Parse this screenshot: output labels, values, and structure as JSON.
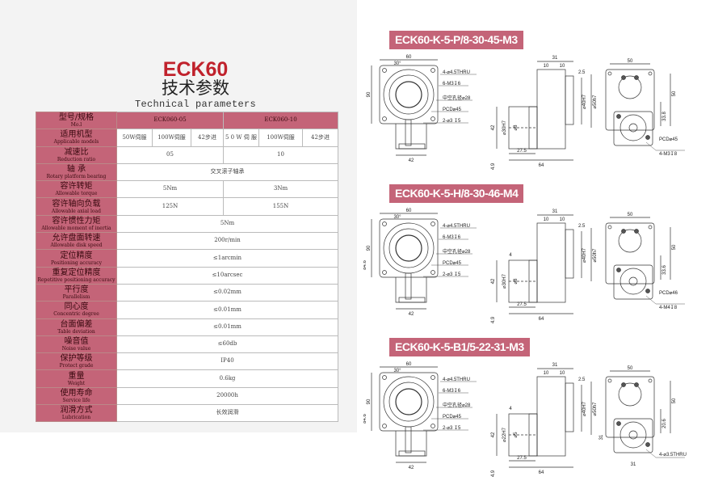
{
  "header": {
    "model": "ECK60",
    "title_cn": "技术参数",
    "title_en": "Technical parameters"
  },
  "table": {
    "header": {
      "label_cn": "型号/规格",
      "label_en": "Mo.l",
      "col1": "ECK060-05",
      "col2": "ECK060-10"
    },
    "applicable": {
      "label_cn": "适用机型",
      "label_en": "Applicable models",
      "values": [
        "50W伺服",
        "100W伺服",
        "42步进",
        "5 0 W 伺 服",
        "100W伺服",
        "42步进"
      ]
    },
    "rows": [
      {
        "label_cn": "减速比",
        "label_en": "Reduction ratio",
        "values": [
          "05",
          "10"
        ]
      },
      {
        "label_cn": "轴  承",
        "label_en": "Rotary platform bearing",
        "values": [
          "交叉滚子轴承"
        ]
      },
      {
        "label_cn": "容许转矩",
        "label_en": "Allowable torque",
        "values": [
          "5Nm",
          "3Nm"
        ]
      },
      {
        "label_cn": "容许轴向负载",
        "label_en": "Allowable axial load",
        "values": [
          "125N",
          "155N"
        ]
      },
      {
        "label_cn": "容许惯性力矩",
        "label_en": "Allowable moment of inertia",
        "values": [
          "5Nm"
        ]
      },
      {
        "label_cn": "允许盘面转速",
        "label_en": "Allowable disk speed",
        "values": [
          "200r/min"
        ]
      },
      {
        "label_cn": "定位精度",
        "label_en": "Positioning accuracy",
        "values": [
          "≤1arcmin"
        ]
      },
      {
        "label_cn": "重复定位精度",
        "label_en": "Repetitive positioning accuracy",
        "values": [
          "≤10arcsec"
        ]
      },
      {
        "label_cn": "平行度",
        "label_en": "Parallelism",
        "values": [
          "≤0.02mm"
        ]
      },
      {
        "label_cn": "同心度",
        "label_en": "Concentric degree",
        "values": [
          "≤0.01mm"
        ]
      },
      {
        "label_cn": "台面偏差",
        "label_en": "Table deviation",
        "values": [
          "≤0.01mm"
        ]
      },
      {
        "label_cn": "噪音值",
        "label_en": "Noise value",
        "values": [
          "≤60db"
        ]
      },
      {
        "label_cn": "保护等级",
        "label_en": "Protect grade",
        "values": [
          "IP40"
        ]
      },
      {
        "label_cn": "重量",
        "label_en": "Weight",
        "values": [
          "0.6kg"
        ]
      },
      {
        "label_cn": "使用寿命",
        "label_en": "Service life",
        "values": [
          "20000h"
        ]
      },
      {
        "label_cn": "润滑方式",
        "label_en": "Lubrication",
        "values": [
          "长效润滑"
        ]
      }
    ]
  },
  "sections": [
    {
      "title": "ECK60-K-5-P/8-30-45-M3",
      "front": {
        "top": "60",
        "angle": "30°",
        "left": "90",
        "left2": "",
        "bottom": "42",
        "callouts": [
          "4-⌀4.5THRU",
          "6-M3↧6",
          "中空孔径⌀28",
          "PCD⌀45",
          "2-⌀3 ↧5"
        ]
      },
      "side": {
        "top": "31",
        "sub": [
          "10",
          "10"
        ],
        "gap": "2.5",
        "bore1": "⌀40H7",
        "bore2": "⌀50h7",
        "small": "",
        "h": "42",
        "d1": "⌀30H7",
        "d2": "⌀8",
        "b1": "27.5",
        "b2": "64",
        "base": "4.9"
      },
      "rear": {
        "top": "50",
        "right": "50",
        "right2": "33.8",
        "left": "",
        "bottom": "",
        "callouts": [
          "PCD⌀45",
          "4-M3↧8"
        ]
      }
    },
    {
      "title": "ECK60-K-5-H/8-30-46-M4",
      "front": {
        "top": "60",
        "angle": "30°",
        "left": "90",
        "left2": "84.6",
        "bottom": "42",
        "callouts": [
          "4-⌀4.5THRU",
          "6-M3↧6",
          "中空孔径⌀28",
          "PCD⌀45",
          "2-⌀3 ↧5"
        ]
      },
      "side": {
        "top": "31",
        "sub": [
          "10",
          "10"
        ],
        "gap": "2.5",
        "bore1": "⌀40H7",
        "bore2": "⌀50h7",
        "small": "4",
        "h": "42",
        "d1": "⌀30H7",
        "d2": "⌀8",
        "b1": "27.5",
        "b2": "64",
        "base": "4.9"
      },
      "rear": {
        "top": "50",
        "right": "50",
        "right2": "33.6",
        "left": "",
        "bottom": "",
        "callouts": [
          "PCD⌀46",
          "4-M4↧8"
        ]
      }
    },
    {
      "title": "ECK60-K-5-B1/5-22-31-M3",
      "front": {
        "top": "60",
        "angle": "30°",
        "left": "90",
        "left2": "84.6",
        "bottom": "42",
        "callouts": [
          "4-⌀4.5THRU",
          "6-M3↧6",
          "中空孔径⌀28",
          "PCD⌀45",
          "2-⌀3 ↧5"
        ]
      },
      "side": {
        "top": "31",
        "sub": [
          "10",
          "10"
        ],
        "gap": "2.5",
        "bore1": "⌀40H7",
        "bore2": "⌀50h7",
        "small": "4",
        "h": "42",
        "d1": "⌀22H7",
        "d2": "⌀5",
        "b1": "27.5",
        "b2": "64",
        "base": "4.9"
      },
      "rear": {
        "top": "50",
        "right": "50",
        "right2": "20.6",
        "left": "31",
        "bottom": "31",
        "callouts": [
          "4-⌀3.5THRU"
        ]
      }
    }
  ]
}
